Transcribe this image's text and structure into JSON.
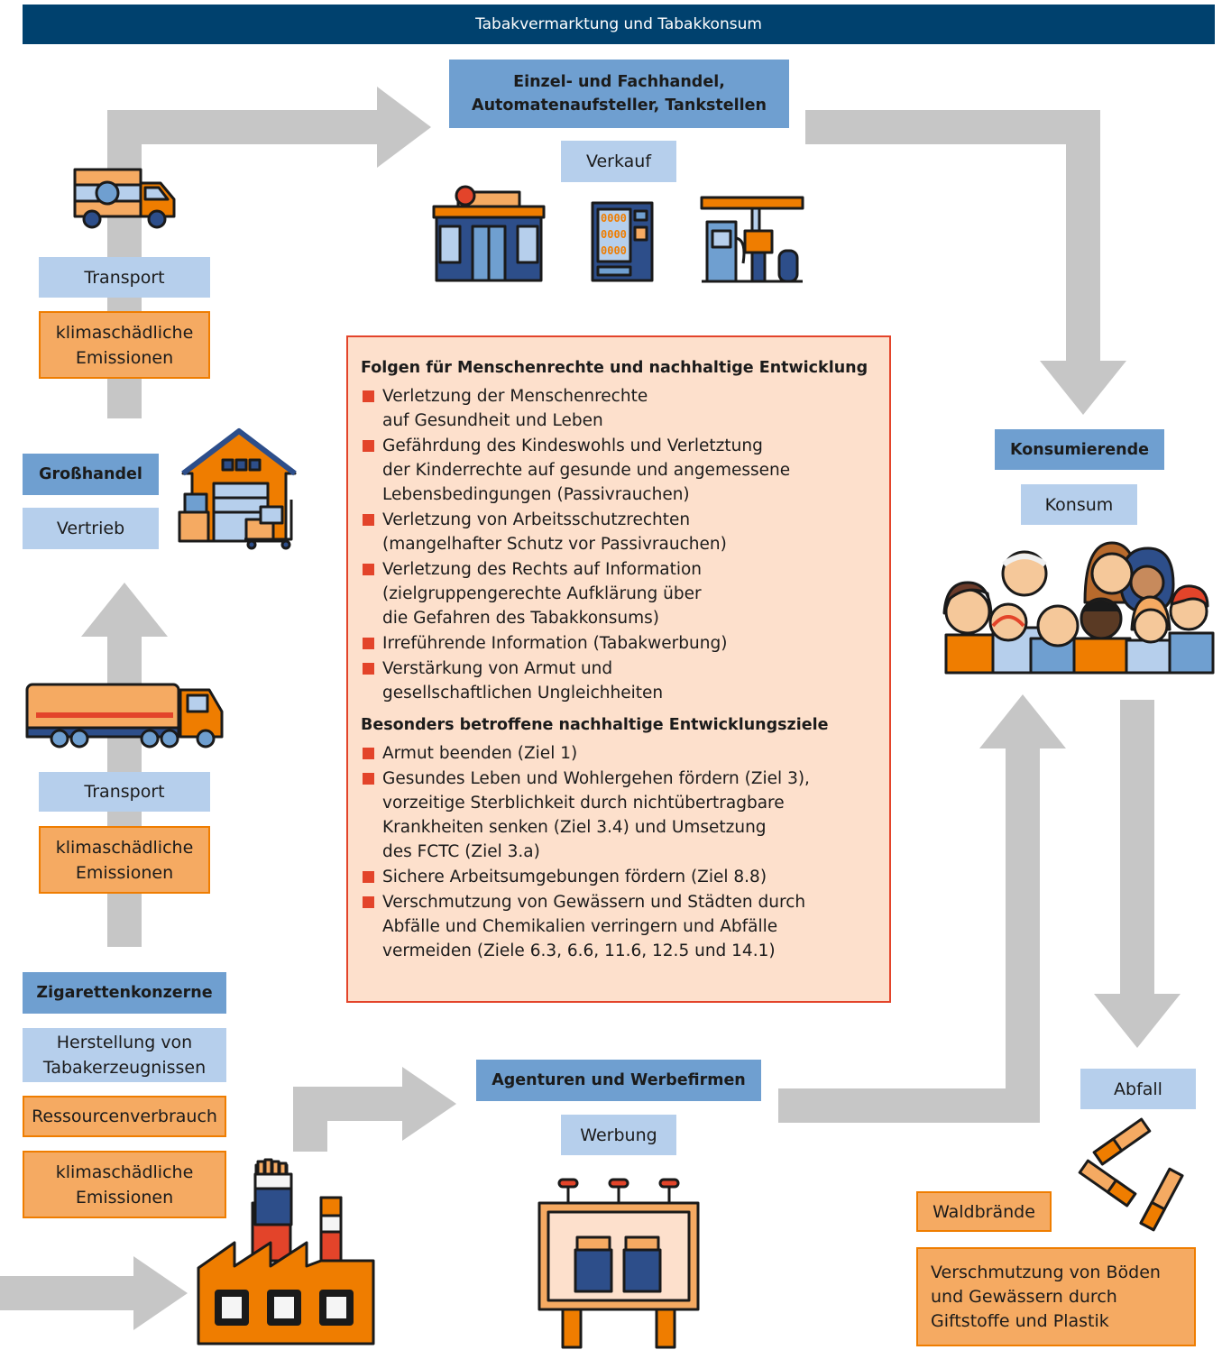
{
  "header": {
    "title": "Tabakvermarktung und Tabakkonsum"
  },
  "retail": {
    "title": "Einzel- und Fachhandel,\nAutomatenaufsteller, Tankstellen",
    "activity": "Verkauf"
  },
  "transport_top": {
    "label": "Transport",
    "impact": "klimaschädliche\nEmissionen"
  },
  "wholesale": {
    "title": "Großhandel",
    "activity": "Vertrieb"
  },
  "transport_bottom": {
    "label": "Transport",
    "impact": "klimaschädliche\nEmissionen"
  },
  "manufacturers": {
    "title": "Zigarettenkonzerne",
    "activity": "Herstellung von\nTabakerzeugnissen",
    "impact_1": "Ressourcenverbrauch",
    "impact_2": "klimaschädliche\nEmissionen"
  },
  "agencies": {
    "title": "Agenturen und Werbefirmen",
    "activity": "Werbung"
  },
  "consumers": {
    "title": "Konsumierende",
    "activity": "Konsum"
  },
  "waste": {
    "label": "Abfall",
    "impact_1": "Waldbrände",
    "impact_2": "Verschmutzung von Böden\nund Gewässern durch\nGiftstoffe und Plastik"
  },
  "panel": {
    "heading_1": "Folgen für Menschenrechte und nachhaltige Entwicklung",
    "items_1": [
      "Verletzung der Menschenrechte\nauf Gesundheit und Leben",
      "Gefährdung des Kindeswohls und Verletztung\nder Kinderrechte auf gesunde und angemessene\nLebensbedingungen (Passivrauchen)",
      "Verletzung von Arbeitsschutzrechten\n(mangelhafter Schutz vor Passivrauchen)",
      "Verletzung des Rechts auf Information\n(zielgruppengerechte Aufklärung über\ndie Gefahren des Tabakkonsums)",
      "Irreführende Information (Tabakwerbung)",
      "Verstärkung von Armut und\ngesellschaftlichen Ungleichheiten"
    ],
    "heading_2": "Besonders betroffene nachhaltige Entwicklungsziele",
    "items_2": [
      "Armut beenden (Ziel 1)",
      "Gesundes Leben und Wohlergehen fördern (Ziel 3),\nvorzeitige Sterblichkeit durch nichtübertragbare\nKrankheiten senken (Ziel 3.4) und Umsetzung\ndes FCTC (Ziel 3.a)",
      "Sichere Arbeitsumgebungen fördern (Ziel 8.8)",
      "Verschmutzung von Gewässern und Städten durch\nAbfälle und Chemikalien verringern und Abfälle\nvermeiden (Ziele 6.3, 6.6, 11.6, 12.5 und 14.1)"
    ]
  },
  "vending_display": "0000",
  "colors": {
    "header": "#00416e",
    "dark_box": "#6f9fd0",
    "light_box": "#b6cfec",
    "orange_box": "#f5aa62",
    "orange_border": "#ef7d00",
    "panel_bg": "#fde0cc",
    "panel_border": "#e3442a",
    "arrow": "#c6c6c6"
  }
}
